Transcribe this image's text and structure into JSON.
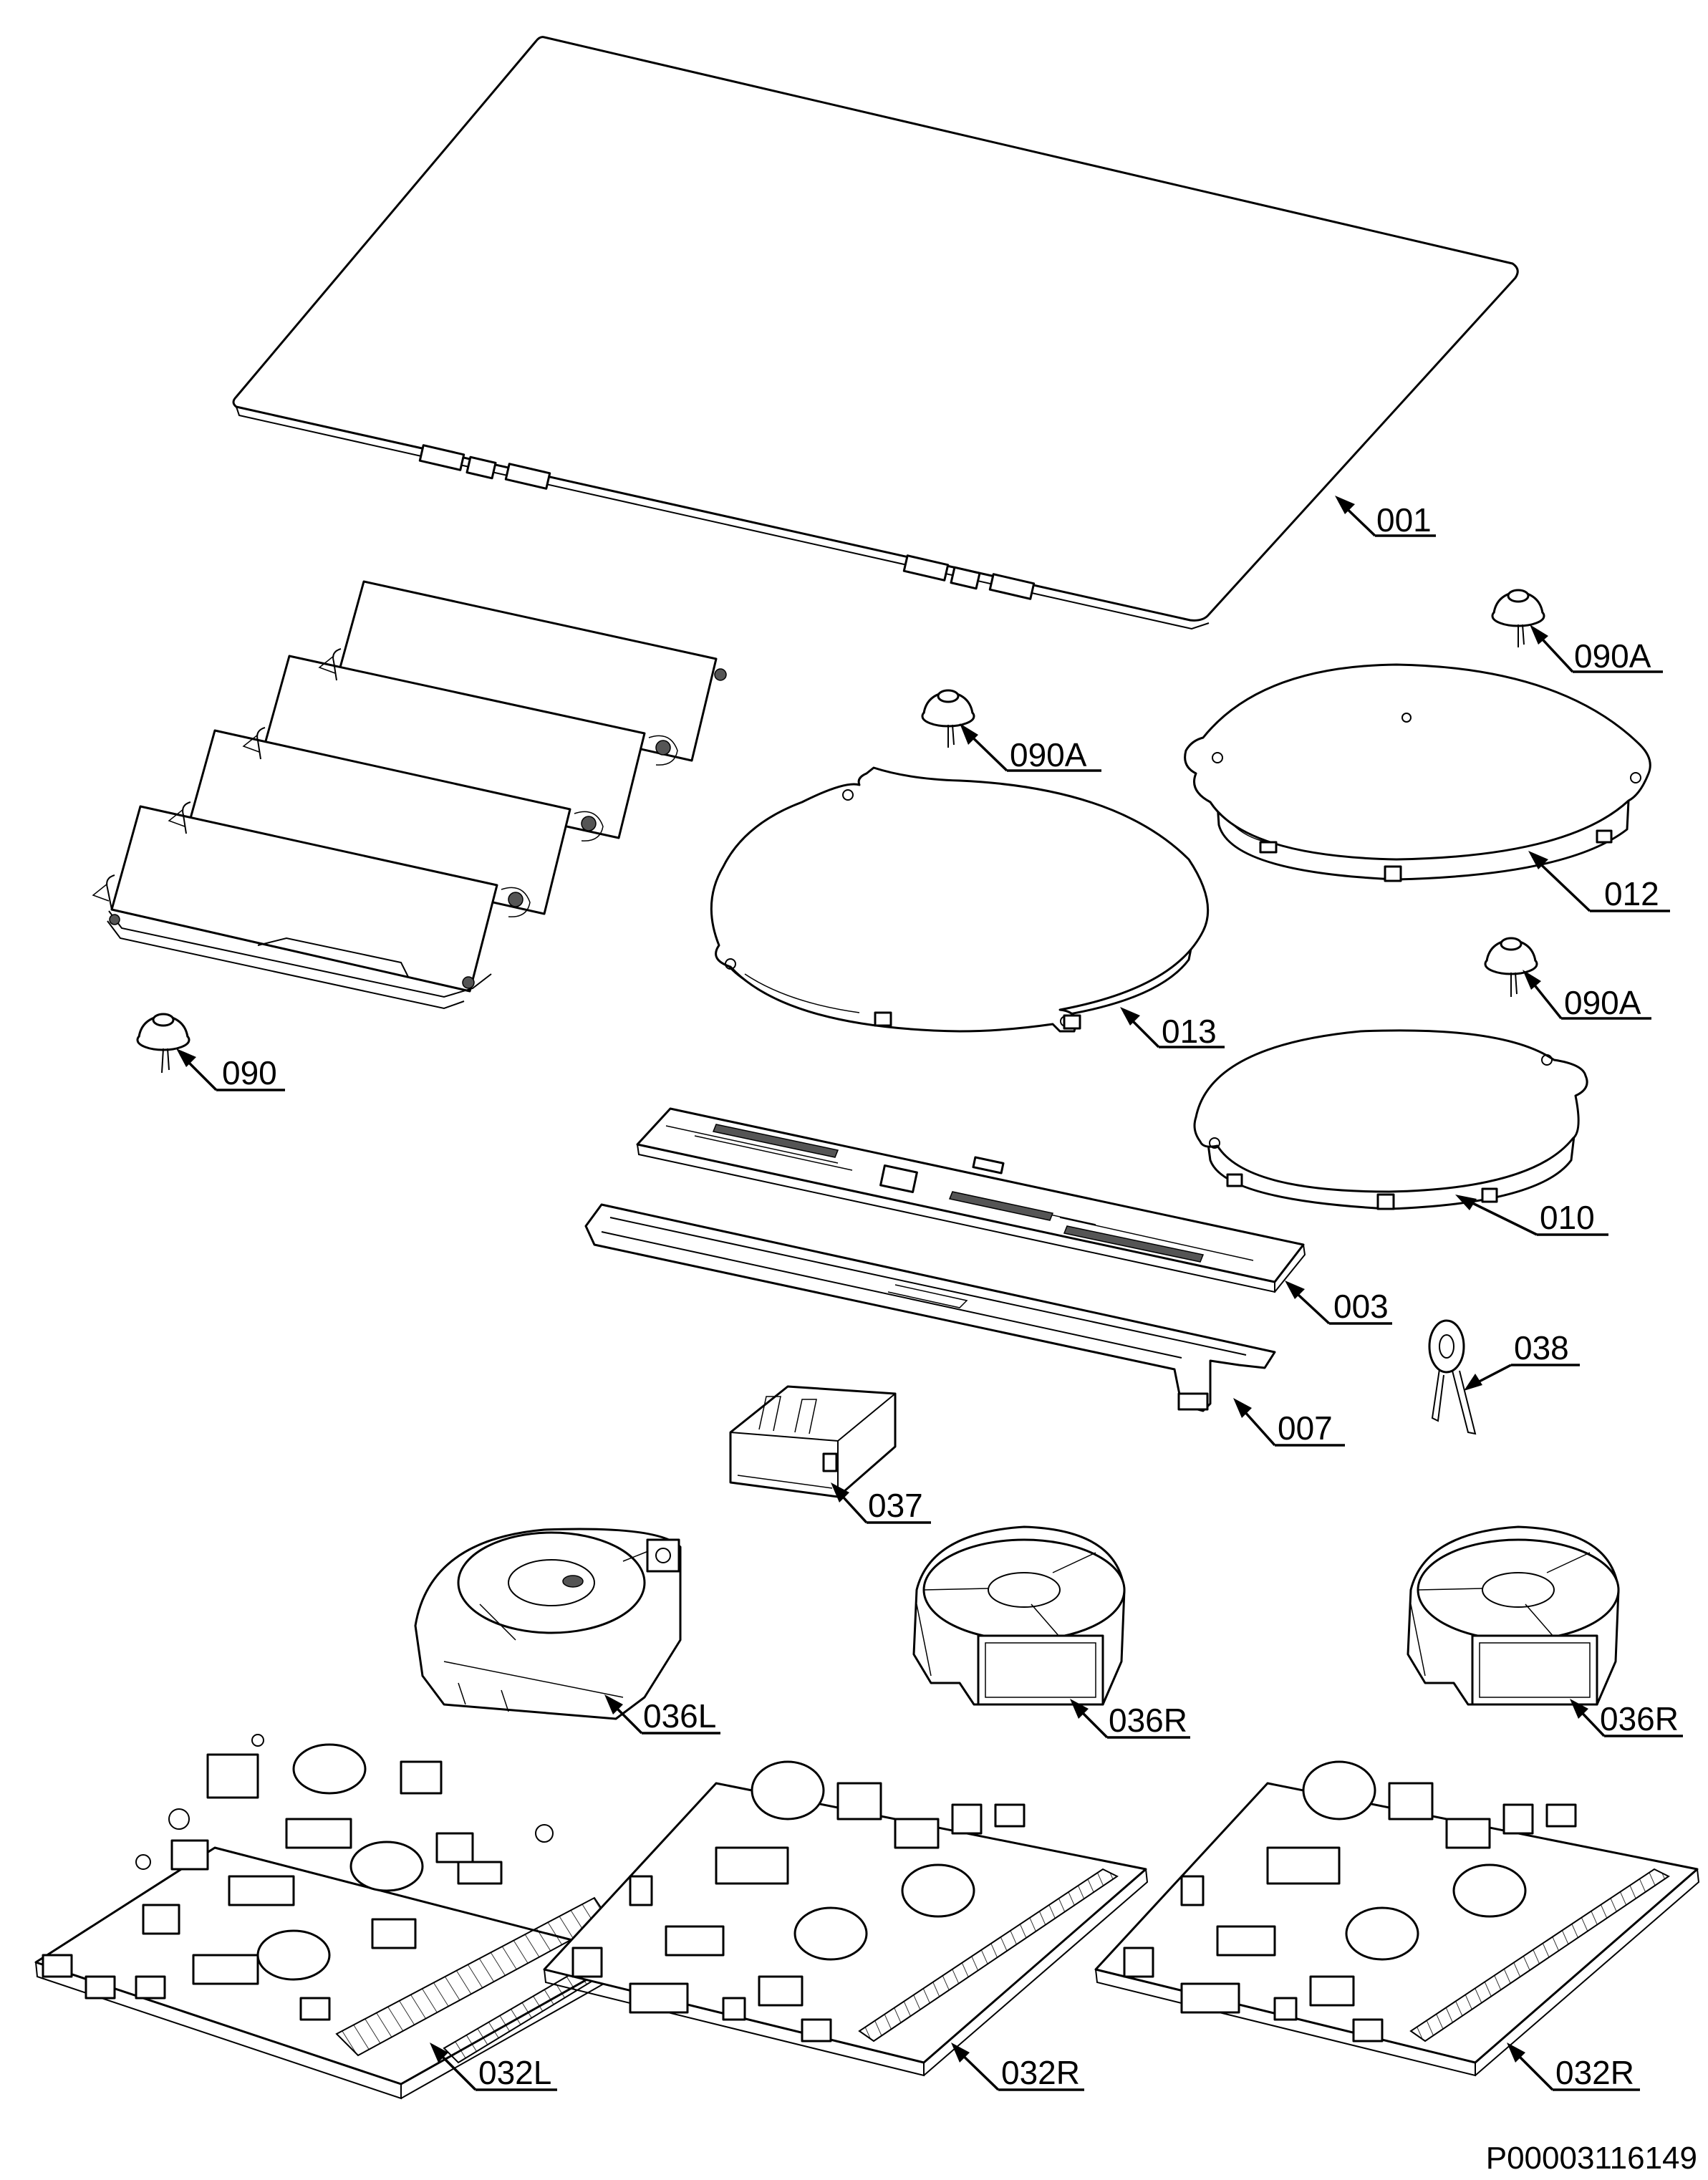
{
  "drawing": {
    "document_code": "P00003116149",
    "callouts": {
      "c001": "001",
      "c090a_top": "090A",
      "c090a_mid": "090A",
      "c012": "012",
      "c090a_low": "090A",
      "c013": "013",
      "c090": "090",
      "c010": "010",
      "c003": "003",
      "c038": "038",
      "c007": "007",
      "c037": "037",
      "c036l": "036L",
      "c036r_mid": "036R",
      "c036r_right": "036R",
      "c032l": "032L",
      "c032r_mid": "032R",
      "c032r_right": "032R"
    }
  }
}
